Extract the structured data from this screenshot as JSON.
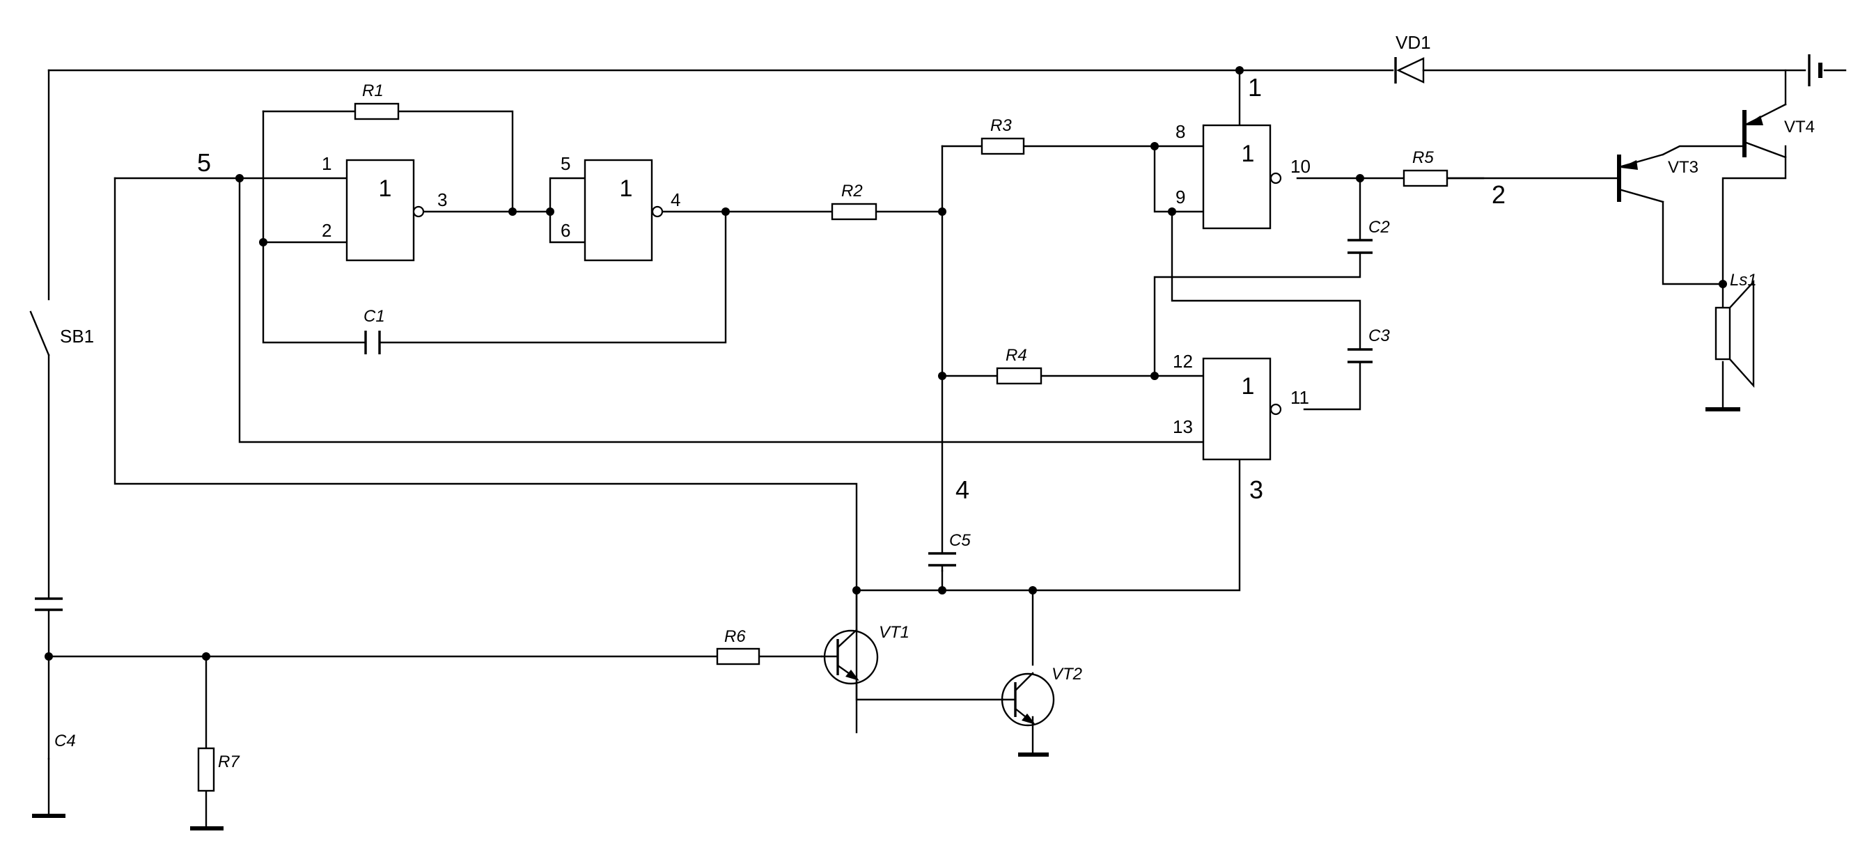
{
  "chart_data": {
    "type": "diagram",
    "nodes": [
      "1",
      "2",
      "3",
      "4",
      "5"
    ],
    "gates": [
      {
        "symbol": "1",
        "pins": [
          "1",
          "2",
          "3"
        ]
      },
      {
        "symbol": "1",
        "pins": [
          "5",
          "6",
          "4"
        ]
      },
      {
        "symbol": "1",
        "pins": [
          "8",
          "9",
          "10"
        ]
      },
      {
        "symbol": "1",
        "pins": [
          "12",
          "13",
          "11"
        ]
      }
    ],
    "resistors": [
      "R1",
      "R2",
      "R3",
      "R4",
      "R5",
      "R6",
      "R7"
    ],
    "capacitors": [
      "C1",
      "C2",
      "C3",
      "C4",
      "C5"
    ],
    "transistors": [
      "VT1",
      "VT2",
      "VT3",
      "VT4"
    ],
    "diode": "VD1",
    "switch": "SB1",
    "speaker": "Ls1"
  }
}
